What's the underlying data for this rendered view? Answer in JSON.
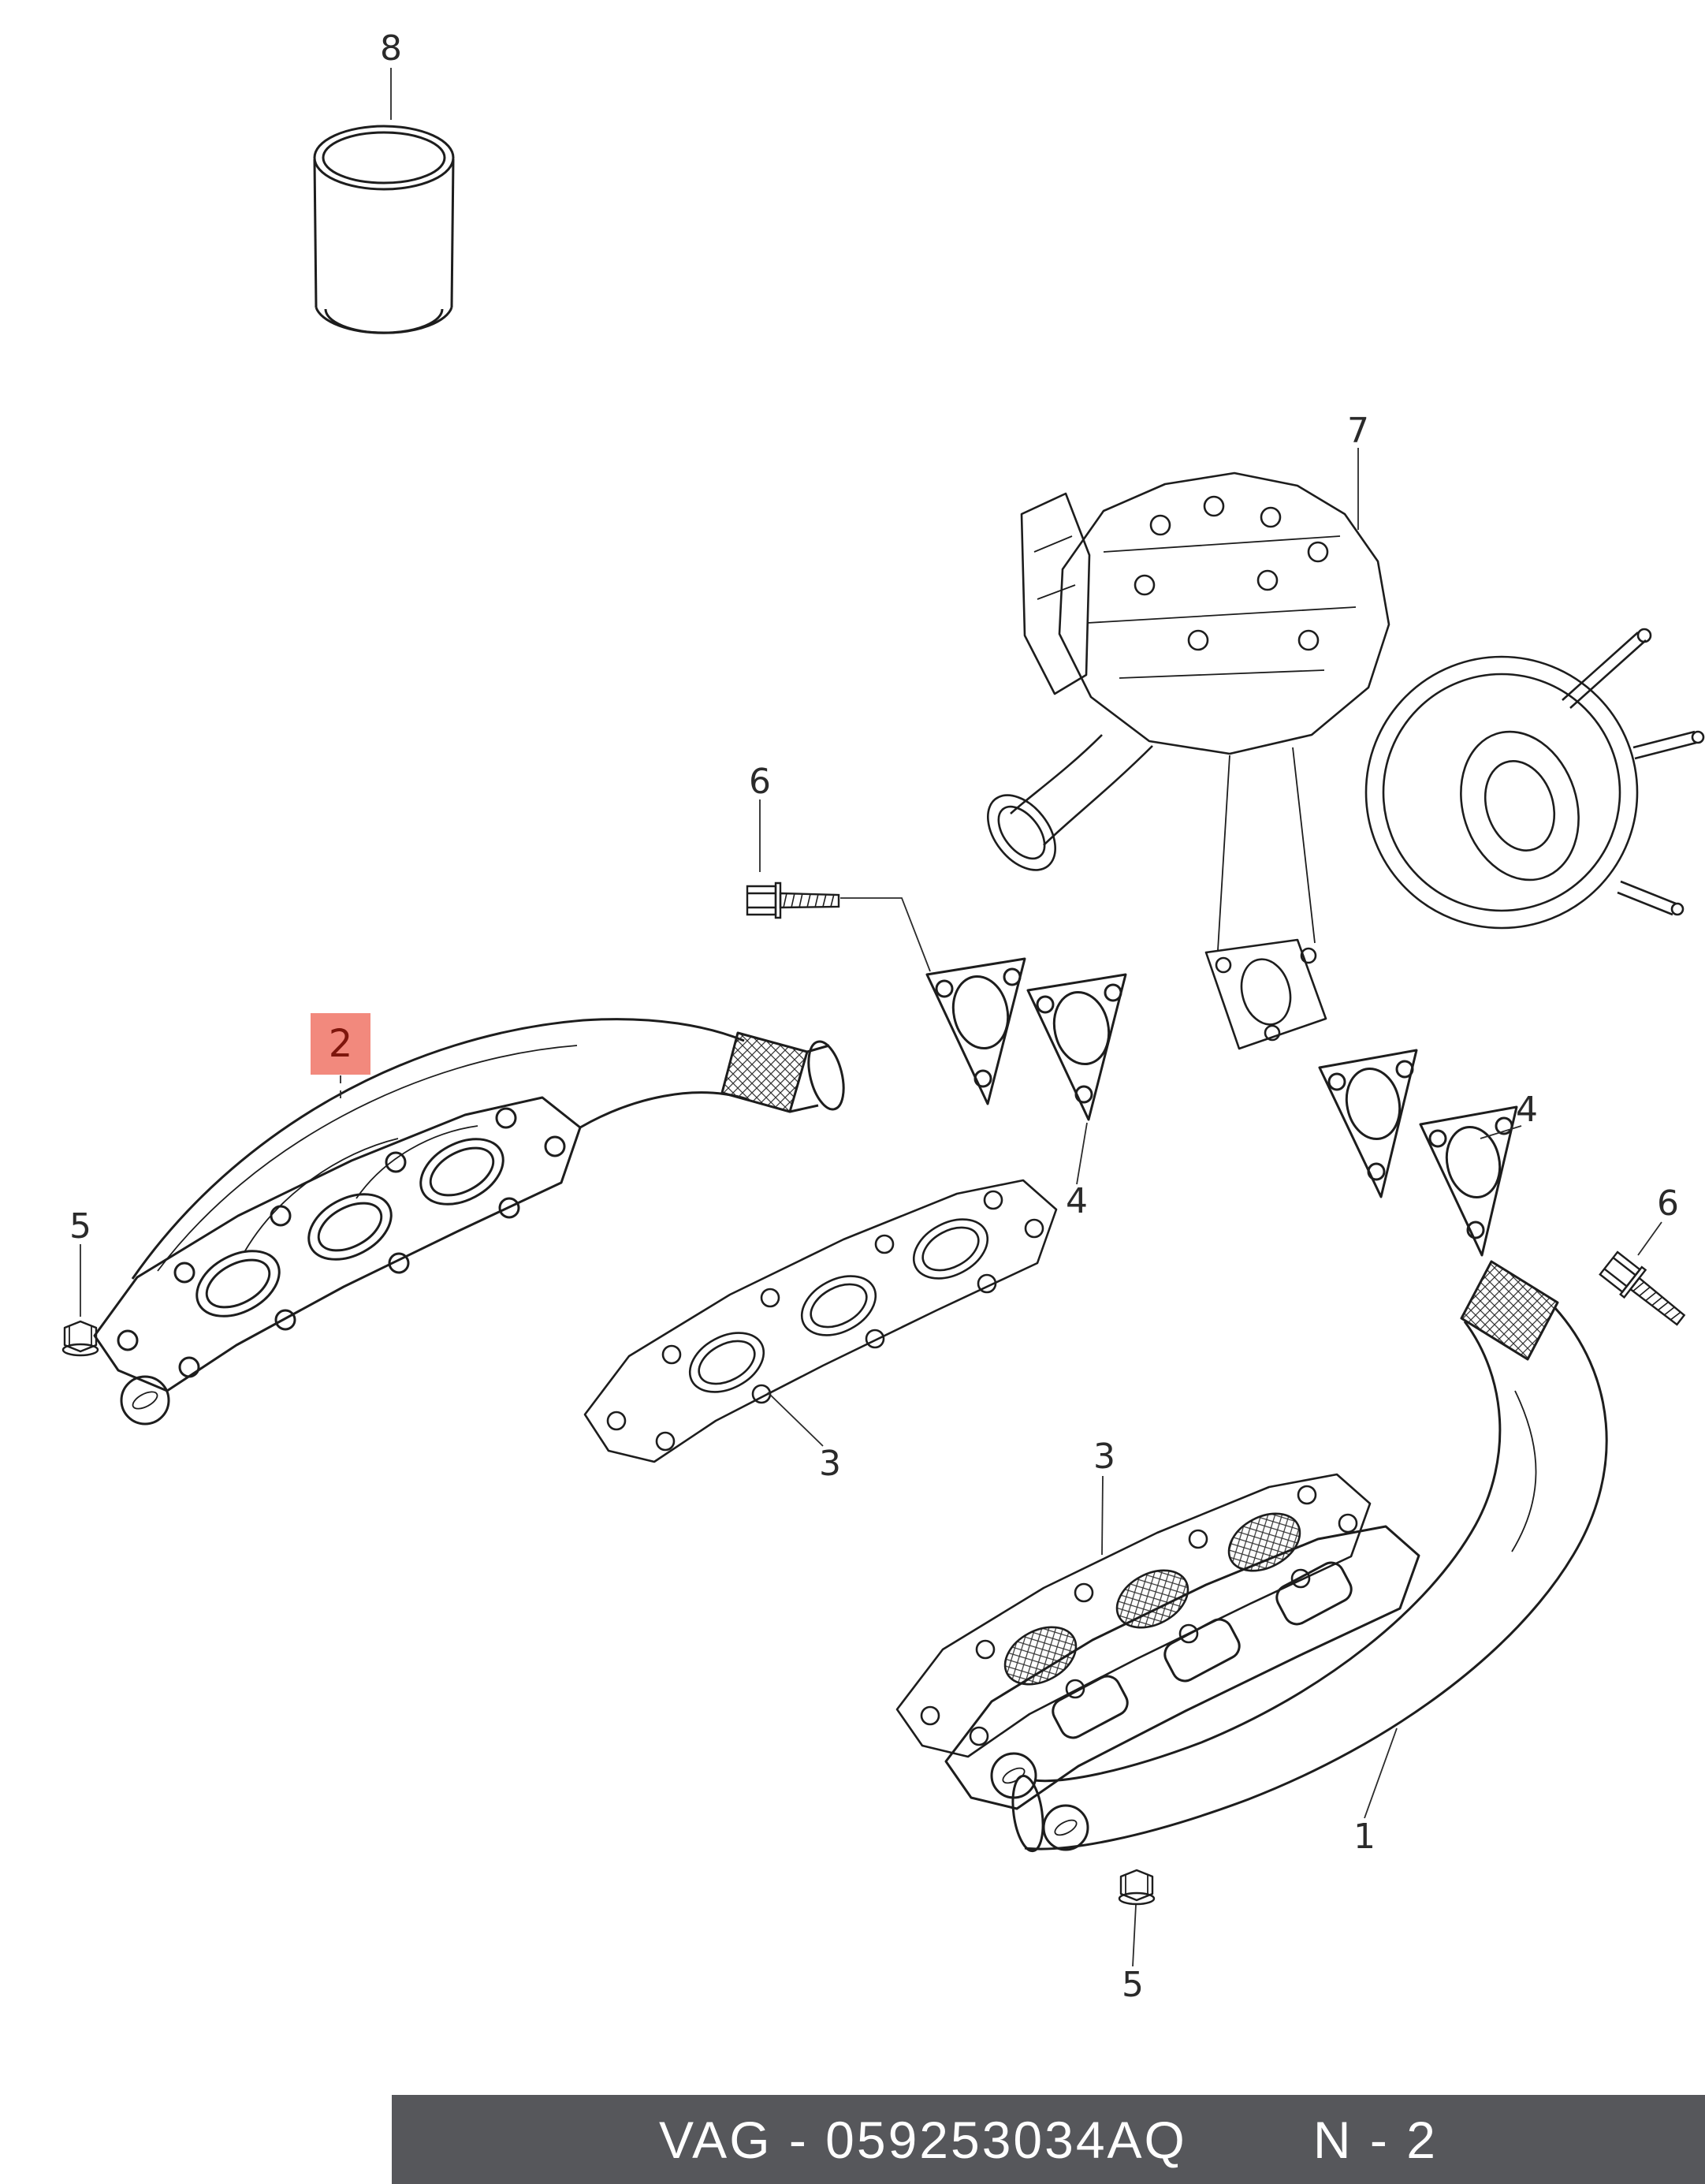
{
  "footer": {
    "part_code": "VAG - 059253034AQ",
    "page_ref": "N - 2"
  },
  "colors": {
    "line": "#1d1d1d",
    "highlight_bg": "#f2897d",
    "highlight_fg": "#7e160c",
    "footer_bg": "#56575b",
    "footer_fg": "#ffffff"
  },
  "callouts": {
    "sleeve": {
      "label": "8"
    },
    "turbo": {
      "label": "7"
    },
    "bolt_left": {
      "label": "6"
    },
    "manifold_left": {
      "label": "2"
    },
    "flange_center": {
      "label": "4"
    },
    "flange_right": {
      "label": "4"
    },
    "bolt_right": {
      "label": "6"
    },
    "nut_left": {
      "label": "5"
    },
    "gasket_left": {
      "label": "3"
    },
    "gasket_right": {
      "label": "3"
    },
    "manifold_right": {
      "label": "1"
    },
    "nut_bottom": {
      "label": "5"
    }
  }
}
